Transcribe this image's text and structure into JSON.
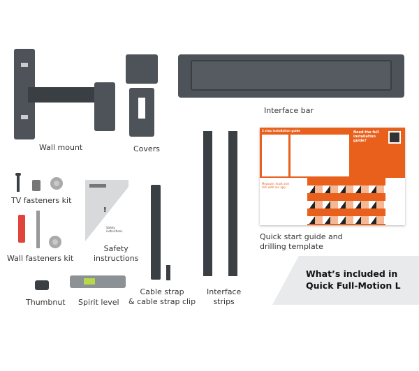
{
  "labels": {
    "wall_mount": "Wall mount",
    "covers": "Covers",
    "interface_bar": "Interface bar",
    "tv_fasteners": "TV fasteners kit",
    "wall_fasteners": "Wall fasteners kit",
    "thumbnut": "Thumbnut",
    "spirit_level": "Spirit level",
    "safety": "Safety\ninstructions",
    "cable_strap": "Cable strap\n& cable strap clip",
    "interface_strips": "Interface\nstrips",
    "quick_start": "Quick start guide and\ndrilling template"
  },
  "guide": {
    "title": "3 step installation guide",
    "need": "Need the full installation guide?",
    "app_text": "Measure, mark and drill with our app",
    "card_text": "Safety instructions"
  },
  "banner": {
    "line1": "What’s included in",
    "line2": "Quick Full-Motion L"
  },
  "colors": {
    "accent": "#e8601c",
    "metal": "#4d5359",
    "banner": "#e9eaec"
  }
}
